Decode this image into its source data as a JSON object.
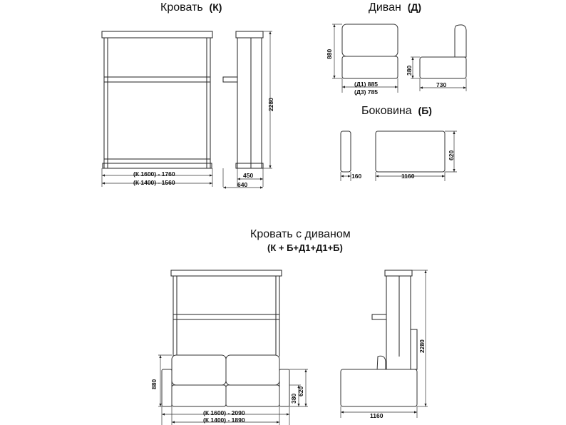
{
  "bed": {
    "title": "Кровать",
    "code": "(К)",
    "width_1600": "(К 1600) - 1760",
    "width_1400": "(К 1400) - 1560",
    "height": "2280",
    "depth_closed": "450",
    "depth_open": "640"
  },
  "sofa": {
    "title": "Диван",
    "code": "(Д)",
    "height": "880",
    "width_d1": "(Д1) 885",
    "width_d3": "(Д3) 785",
    "seat_height": "380",
    "depth": "730"
  },
  "side": {
    "title": "Боковина",
    "code": "(Б)",
    "thickness": "160",
    "length": "1160",
    "height": "620"
  },
  "combo": {
    "title": "Кровать с диваном",
    "formula": "(К + Б+Д1+Д1+Б)",
    "sofa_height": "880",
    "seat_height": "380",
    "side_height": "620",
    "width_1600": "(К 1600) - 2090",
    "width_1400": "(К 1400) - 1890",
    "depth": "1160",
    "height": "2280"
  }
}
